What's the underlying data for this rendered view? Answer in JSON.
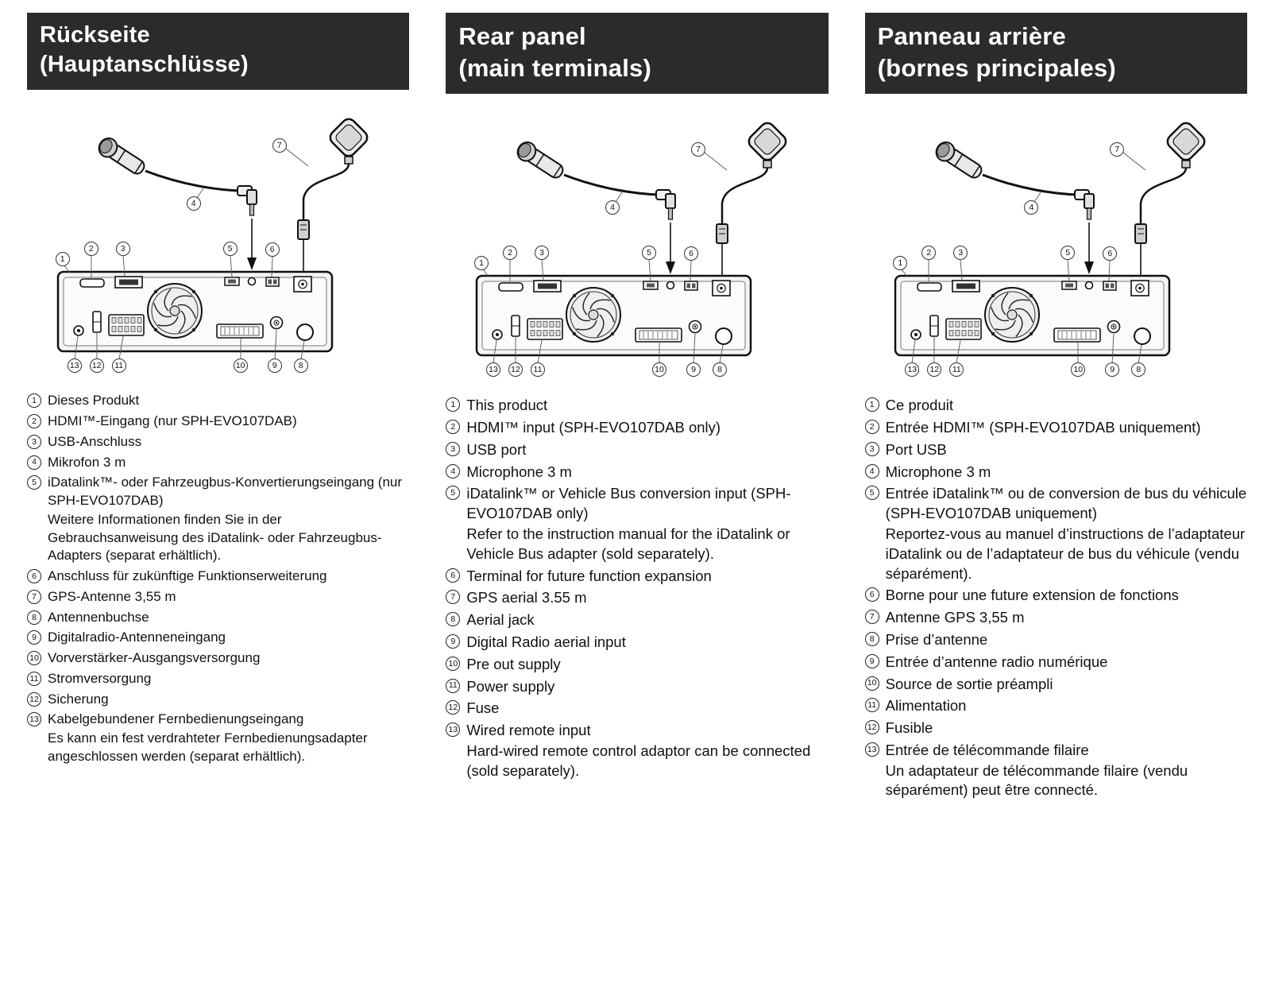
{
  "colors": {
    "header_bg": "#2b2b2b",
    "header_text": "#ffffff",
    "line": "#111111"
  },
  "diagram": {
    "callouts": [
      "1",
      "2",
      "3",
      "4",
      "5",
      "6",
      "7",
      "8",
      "9",
      "10",
      "11",
      "12",
      "13"
    ]
  },
  "columns": [
    {
      "lang": "de",
      "header_line1": "Rückseite",
      "header_line2": "(Hauptanschlüsse)",
      "items": [
        {
          "num": "1",
          "text": "Dieses Produkt"
        },
        {
          "num": "2",
          "text": "HDMI™-Eingang (nur SPH-EVO107DAB)"
        },
        {
          "num": "3",
          "text": "USB-Anschluss"
        },
        {
          "num": "4",
          "text": "Mikrofon 3 m"
        },
        {
          "num": "5",
          "text": "iDatalink™- oder Fahrzeugbus-Konvertierungseingang (nur SPH-EVO107DAB)",
          "note": "Weitere Informationen finden Sie in der Gebrauchsanweisung des iDatalink- oder Fahrzeugbus-Adapters (separat erhältlich)."
        },
        {
          "num": "6",
          "text": "Anschluss für zukünftige Funktionserweiterung"
        },
        {
          "num": "7",
          "text": "GPS-Antenne 3,55 m"
        },
        {
          "num": "8",
          "text": "Antennenbuchse"
        },
        {
          "num": "9",
          "text": "Digitalradio-Antenneneingang"
        },
        {
          "num": "10",
          "text": "Vorverstärker-Ausgangsversorgung"
        },
        {
          "num": "11",
          "text": "Stromversorgung"
        },
        {
          "num": "12",
          "text": "Sicherung"
        },
        {
          "num": "13",
          "text": "Kabelgebundener Fernbedienungseingang",
          "note": "Es kann ein fest verdrahteter Fernbedienungsadapter angeschlossen werden (separat erhältlich)."
        }
      ]
    },
    {
      "lang": "en",
      "header_line1": "Rear panel",
      "header_line2": "(main terminals)",
      "items": [
        {
          "num": "1",
          "text": "This product"
        },
        {
          "num": "2",
          "text": "HDMI™ input (SPH-EVO107DAB only)"
        },
        {
          "num": "3",
          "text": "USB port"
        },
        {
          "num": "4",
          "text": "Microphone 3 m"
        },
        {
          "num": "5",
          "text": "iDatalink™ or Vehicle Bus conversion input (SPH-EVO107DAB only)",
          "note": "Refer to the instruction manual for the iDatalink or Vehicle Bus adapter (sold separately)."
        },
        {
          "num": "6",
          "text": "Terminal for future function expansion"
        },
        {
          "num": "7",
          "text": "GPS aerial 3.55 m"
        },
        {
          "num": "8",
          "text": "Aerial jack"
        },
        {
          "num": "9",
          "text": "Digital Radio aerial input"
        },
        {
          "num": "10",
          "text": "Pre out supply"
        },
        {
          "num": "11",
          "text": "Power supply"
        },
        {
          "num": "12",
          "text": "Fuse"
        },
        {
          "num": "13",
          "text": "Wired remote input",
          "note": "Hard-wired remote control adaptor can be connected (sold separately)."
        }
      ]
    },
    {
      "lang": "fr",
      "header_line1": "Panneau arrière",
      "header_line2": "(bornes principales)",
      "items": [
        {
          "num": "1",
          "text": "Ce produit"
        },
        {
          "num": "2",
          "text": "Entrée HDMI™ (SPH-EVO107DAB uniquement)"
        },
        {
          "num": "3",
          "text": "Port USB"
        },
        {
          "num": "4",
          "text": "Microphone 3 m"
        },
        {
          "num": "5",
          "text": "Entrée iDatalink™ ou de conversion de bus du véhicule (SPH-EVO107DAB uniquement)",
          "note": "Reportez-vous au manuel d’instructions de l’adaptateur iDatalink ou de l’adaptateur de bus du véhicule (vendu séparément)."
        },
        {
          "num": "6",
          "text": "Borne pour une future extension de fonctions"
        },
        {
          "num": "7",
          "text": "Antenne GPS 3,55 m"
        },
        {
          "num": "8",
          "text": "Prise d’antenne"
        },
        {
          "num": "9",
          "text": "Entrée d’antenne radio numérique"
        },
        {
          "num": "10",
          "text": "Source de sortie préampli"
        },
        {
          "num": "11",
          "text": "Alimentation"
        },
        {
          "num": "12",
          "text": "Fusible"
        },
        {
          "num": "13",
          "text": "Entrée de télécommande filaire",
          "note": "Un adaptateur de télécommande filaire (vendu séparément) peut être connecté."
        }
      ]
    }
  ]
}
